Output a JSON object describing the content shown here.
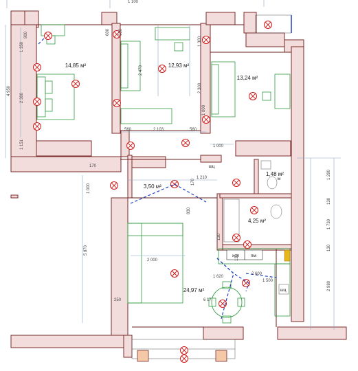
{
  "rooms": [
    {
      "id": "bedroom-left",
      "area": "14,85 м²"
    },
    {
      "id": "bedroom-middle",
      "area": "12,93 м²"
    },
    {
      "id": "bedroom-right",
      "area": "13,24 м²"
    },
    {
      "id": "hall",
      "area": "3,50 м²"
    },
    {
      "id": "wc",
      "area": "1,48 м²"
    },
    {
      "id": "bathroom",
      "area": "4,25 м²"
    },
    {
      "id": "living-kitchen",
      "area": "24,97 м²"
    }
  ],
  "appliance_labels": {
    "fridge": "хол",
    "dishwasher": "пм",
    "washer": "м",
    "dish_rack": "шц",
    "closet": "шц"
  },
  "dimensions": {
    "left": [
      "900",
      "1 350",
      "4 950",
      "2 300",
      "1 151"
    ],
    "top_bedroom_left": [
      "600"
    ],
    "top_bedroom_mid": [
      "2 470",
      "600",
      "1 300"
    ],
    "mid_bedroom_right": [
      "2 300",
      "1 000"
    ],
    "bedroom_bottom": [
      "560",
      "2 103",
      "560"
    ],
    "right_room": [
      "1 000"
    ],
    "hall_left": [
      "170",
      "1 000"
    ],
    "hall_center": [
      "830",
      "1 210",
      "170"
    ],
    "living": [
      "5 870",
      "2 000",
      "250",
      "1 620",
      "2 600",
      "1 500",
      "6 17"
    ],
    "bath": [
      "130",
      "130"
    ],
    "right_side": [
      "1 290",
      "130",
      "1 730",
      "130",
      "2 980"
    ],
    "top": [
      "1 100"
    ]
  }
}
